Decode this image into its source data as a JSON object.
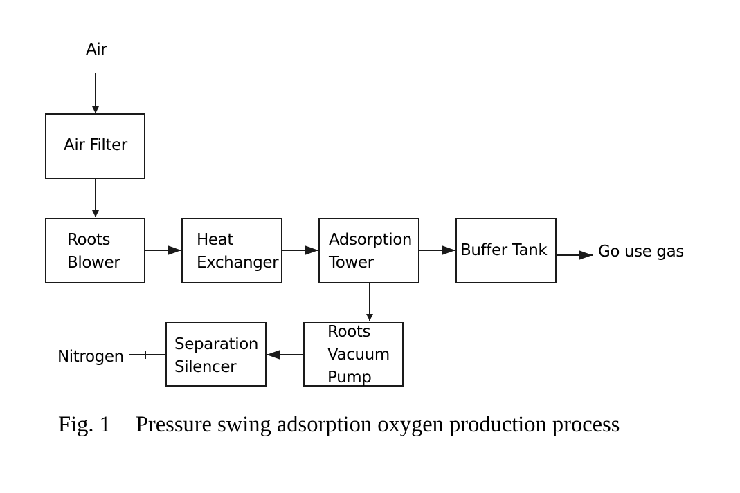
{
  "diagram": {
    "inputs": {
      "air": "Air",
      "go_use_gas": "Go use gas",
      "nitrogen": "Nitrogen"
    },
    "nodes": {
      "air_filter": "Air Filter",
      "roots_blower": "Roots\nBlower",
      "heat_exchanger": "Heat\nExchanger",
      "adsorption_tower": "Adsorption\nTower",
      "buffer_tank": "Buffer Tank",
      "roots_vacuum_pump": "Roots\nVacuum\nPump",
      "separation_silencer": "Separation\nSilencer"
    },
    "edges": [
      {
        "from": "Air",
        "to": "Air Filter"
      },
      {
        "from": "Air Filter",
        "to": "Roots Blower"
      },
      {
        "from": "Roots Blower",
        "to": "Heat Exchanger"
      },
      {
        "from": "Heat Exchanger",
        "to": "Adsorption Tower"
      },
      {
        "from": "Adsorption Tower",
        "to": "Buffer Tank"
      },
      {
        "from": "Buffer Tank",
        "to": "Go use gas"
      },
      {
        "from": "Adsorption Tower",
        "to": "Roots Vacuum Pump"
      },
      {
        "from": "Roots Vacuum Pump",
        "to": "Separation Silencer"
      },
      {
        "from": "Separation Silencer",
        "to": "Nitrogen"
      }
    ]
  },
  "caption": {
    "number": "Fig. 1",
    "text": "Pressure swing adsorption oxygen production process"
  }
}
